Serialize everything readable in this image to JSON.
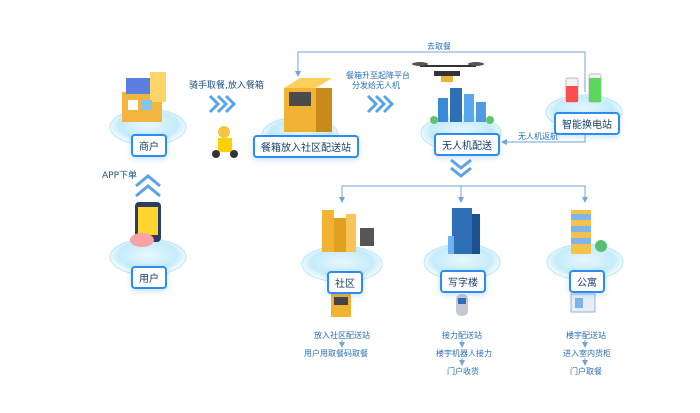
{
  "nodes": {
    "merchant": "商户",
    "user": "用户",
    "box_to_station": "餐箱放入社区配送站",
    "drone_delivery": "无人机配送",
    "battery_swap": "智能换电站",
    "community": "社区",
    "office": "写字楼",
    "apartment": "公寓"
  },
  "edges": {
    "app_order": "APP下单",
    "rider_pickup": "骑手取餐,放入餐箱",
    "lift_platform": [
      "餐箱升至起降平台",
      "分发给无人机"
    ],
    "go_pickup": "去取餐",
    "drone_return": "无人机返航"
  },
  "steps": {
    "community": [
      "放入社区配送站",
      "用户用取餐码取餐"
    ],
    "office": [
      "接力配送站",
      "楼宇机器人接力",
      "门户收货"
    ],
    "apartment": [
      "楼宇配送站",
      "进入室内货柜",
      "门户取餐"
    ]
  },
  "colors": {
    "accent": "#2d8cf0",
    "arrow": "#6fa6d8",
    "building": "#f2b233"
  }
}
